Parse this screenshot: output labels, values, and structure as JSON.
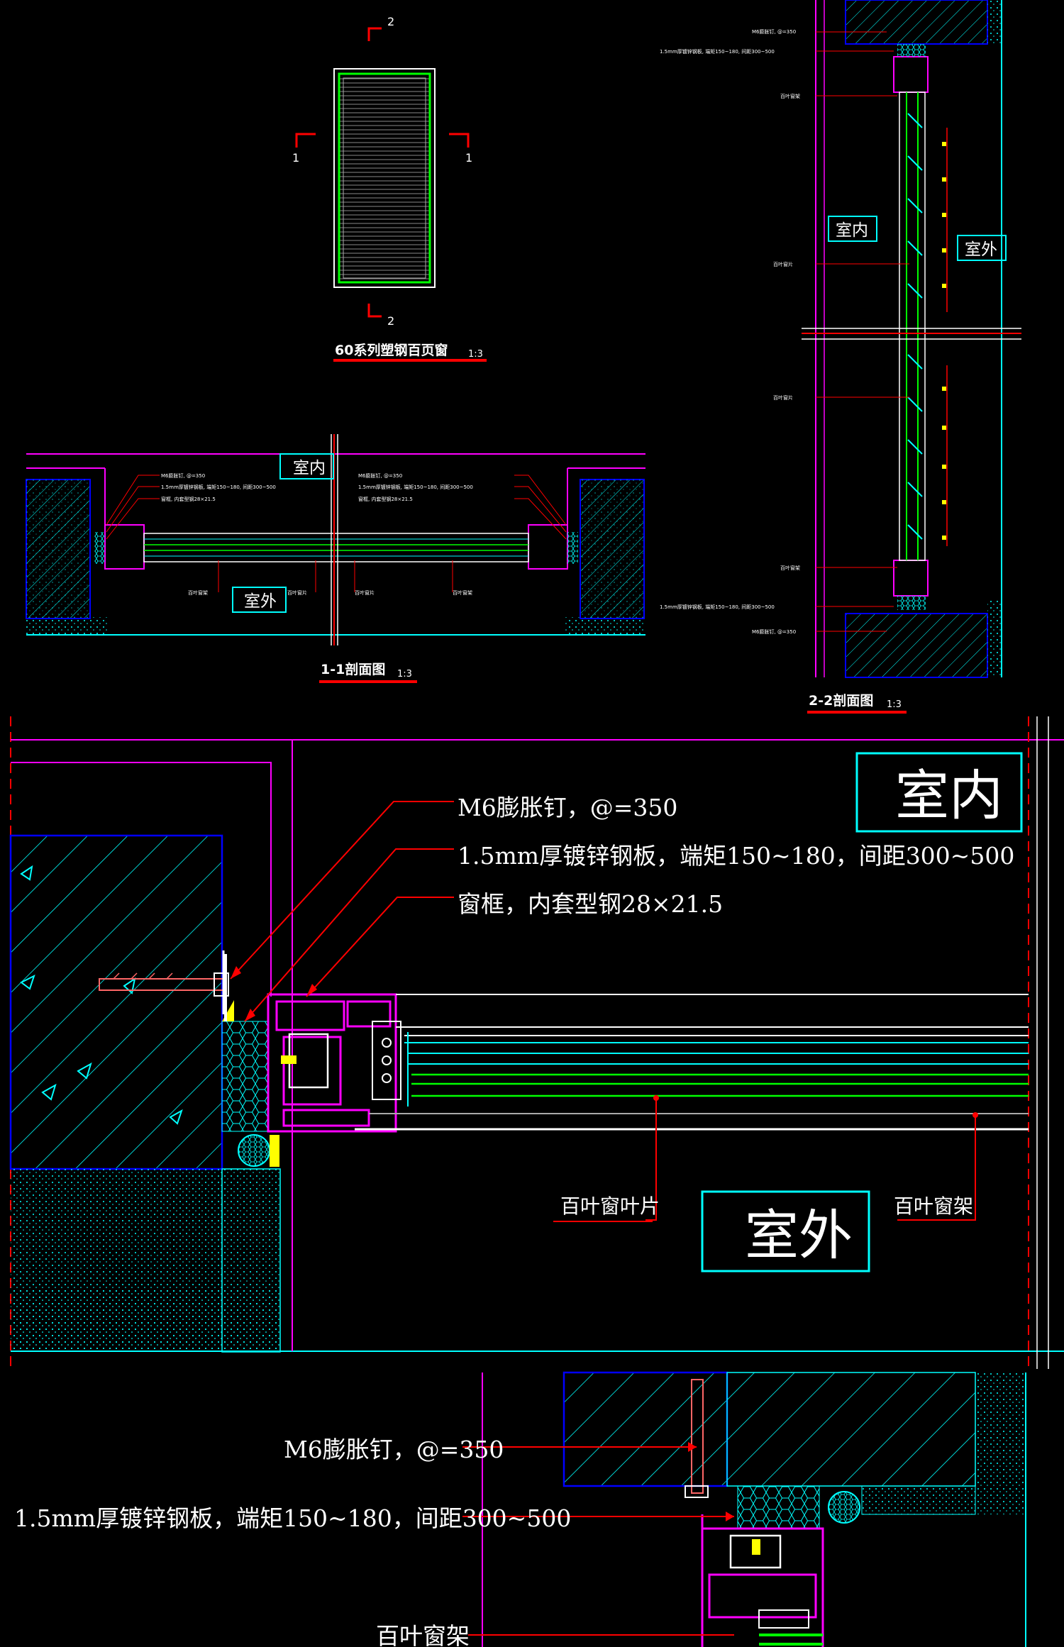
{
  "window_elevation": {
    "title": "60系列塑钢百页窗",
    "scale": "1:3",
    "section_marks": {
      "top": "2",
      "bottom": "2",
      "left": "1",
      "right": "1"
    }
  },
  "section_1_1": {
    "title": "1-1剖面图",
    "scale": "1:3",
    "indoor_label": "室内",
    "outdoor_label": "室外",
    "small_notes_left": [
      "M6膨胀钉, @=350",
      "1.5mm厚镀锌钢板, 端矩150~180, 间距300~500",
      "窗框, 内套型钢28×21.5"
    ],
    "small_notes_right": [
      "M6膨胀钉, @=350",
      "1.5mm厚镀锌钢板, 端矩150~180, 间距300~500",
      "窗框, 内套型钢28×21.5"
    ],
    "bottom_notes": [
      "百叶窗架",
      "百叶窗片",
      "百叶窗片",
      "百叶窗架"
    ]
  },
  "section_2_2": {
    "title": "2-2剖面图",
    "scale": "1:3",
    "indoor_label": "室内",
    "outdoor_label": "室外",
    "notes_top": [
      "M6膨胀钉, @=350",
      "1.5mm厚镀锌钢板, 端矩150~180, 间距300~500",
      "百叶窗架",
      "百叶窗片"
    ],
    "notes_bottom": [
      "百叶窗片",
      "百叶窗架",
      "1.5mm厚镀锌钢板, 端矩150~180, 间距300~500",
      "M6膨胀钉, @=350"
    ]
  },
  "detail_large": {
    "note_1": "M6膨胀钉，@=350",
    "note_2": "1.5mm厚镀锌钢板，端矩150~180，间距300~500",
    "note_3": "窗框，内套型钢28×21.5",
    "indoor_label": "室内",
    "outdoor_label": "室外",
    "louver_blade_label": "百叶窗叶片",
    "louver_frame_label": "百叶窗架"
  },
  "detail_bottom": {
    "note_1": "M6膨胀钉，@=350",
    "note_2": "1.5mm厚镀锌钢板，端矩150~180，间距300~500",
    "note_3": "百叶窗架"
  },
  "colors": {
    "background": "#000000",
    "cyan": "#00ffff",
    "magenta": "#ff00ff",
    "red": "#ff0000",
    "green": "#00ff00",
    "yellow": "#ffff00",
    "white": "#ffffff",
    "blue": "#0000ff"
  }
}
